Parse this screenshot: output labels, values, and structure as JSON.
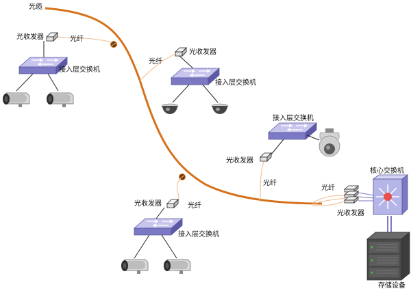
{
  "labels": {
    "cable": "光缆",
    "fiber": "光纤",
    "transceiver": "光收发器",
    "access_switch": "接入层交换机",
    "core_switch": "核心交换机",
    "storage": "存储设备"
  },
  "icons": {
    "switch": "switch-icon",
    "transceiver": "transceiver-icon",
    "bullet_camera": "bullet-camera-icon",
    "dome_camera": "dome-camera-icon",
    "ptz_camera": "ptz-camera-icon",
    "core_switch": "core-switch-icon",
    "server": "server-rack-icon"
  },
  "colors": {
    "cable": "#d5711b",
    "fiber": "#f2b98a",
    "switch_top": "#c2c0ea",
    "switch_front": "#7b78c2",
    "core": "#b6b5e8"
  }
}
